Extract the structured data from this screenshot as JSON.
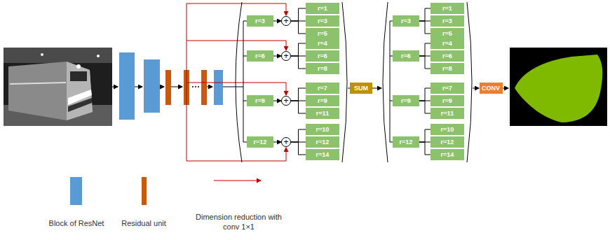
{
  "diagram": {
    "nodes": [
      {
        "text": [
          "r=3"
        ]
      },
      {
        "text": [
          "+"
        ]
      },
      {
        "text": [
          "r=1"
        ]
      },
      {
        "text": [
          "r=3"
        ]
      },
      {
        "text": [
          "r=5"
        ]
      },
      {
        "text": [
          "r=6"
        ]
      },
      {
        "text": [
          "+"
        ]
      },
      {
        "text": [
          "r=4"
        ]
      },
      {
        "text": [
          "r=6"
        ]
      },
      {
        "text": [
          "r=8"
        ]
      },
      {
        "text": [
          "r=9"
        ]
      },
      {
        "text": [
          "+"
        ]
      },
      {
        "text": [
          "r=7"
        ]
      },
      {
        "text": [
          "r=9"
        ]
      },
      {
        "text": [
          "r=11"
        ]
      },
      {
        "text": [
          "r=12"
        ]
      },
      {
        "text": [
          "+"
        ]
      },
      {
        "text": [
          "r=10"
        ]
      },
      {
        "text": [
          "r=12"
        ]
      },
      {
        "text": [
          "r=14"
        ]
      },
      {
        "text": [
          "SUM"
        ]
      },
      {
        "text": [
          "r=3"
        ]
      },
      {
        "text": [
          "r=1"
        ]
      },
      {
        "text": [
          "r=3"
        ]
      },
      {
        "text": [
          "r=5"
        ]
      },
      {
        "text": [
          "r=6"
        ]
      },
      {
        "text": [
          "r=4"
        ]
      },
      {
        "text": [
          "r=6"
        ]
      },
      {
        "text": [
          "r=8"
        ]
      },
      {
        "text": [
          "r=9"
        ]
      },
      {
        "text": [
          "r=7"
        ]
      },
      {
        "text": [
          "r=9"
        ]
      },
      {
        "text": [
          "r=11"
        ]
      },
      {
        "text": [
          "r=12"
        ]
      },
      {
        "text": [
          "r=10"
        ]
      },
      {
        "text": [
          "r=12"
        ]
      },
      {
        "text": [
          "r=14"
        ]
      },
      {
        "text": [
          "CONV"
        ]
      }
    ],
    "edges": [
      {
        "from": 0,
        "to": 1,
        "arrow": "to"
      },
      {
        "from": 1,
        "to": 2,
        "arrow": "none"
      },
      {
        "from": 1,
        "to": 3,
        "arrow": "none"
      },
      {
        "from": 1,
        "to": 4,
        "arrow": "none"
      },
      {
        "from": 5,
        "to": 6,
        "arrow": "to"
      },
      {
        "from": 6,
        "to": 7,
        "arrow": "none"
      },
      {
        "from": 6,
        "to": 8,
        "arrow": "none"
      },
      {
        "from": 6,
        "to": 9,
        "arrow": "none"
      },
      {
        "from": 10,
        "to": 11,
        "arrow": "to"
      },
      {
        "from": 11,
        "to": 12,
        "arrow": "none"
      },
      {
        "from": 11,
        "to": 13,
        "arrow": "none"
      },
      {
        "from": 11,
        "to": 14,
        "arrow": "none"
      },
      {
        "from": 15,
        "to": 16,
        "arrow": "to"
      },
      {
        "from": 16,
        "to": 17,
        "arrow": "none"
      },
      {
        "from": 16,
        "to": 18,
        "arrow": "none"
      },
      {
        "from": 16,
        "to": 19,
        "arrow": "none"
      },
      {
        "from": 21,
        "to": 22,
        "arrow": "none"
      },
      {
        "from": 21,
        "to": 23,
        "arrow": "none"
      },
      {
        "from": 21,
        "to": 24,
        "arrow": "none"
      },
      {
        "from": 25,
        "to": 26,
        "arrow": "none"
      },
      {
        "from": 25,
        "to": 27,
        "arrow": "none"
      },
      {
        "from": 25,
        "to": 28,
        "arrow": "none"
      },
      {
        "from": 29,
        "to": 30,
        "arrow": "none"
      },
      {
        "from": 29,
        "to": 31,
        "arrow": "none"
      },
      {
        "from": 29,
        "to": 32,
        "arrow": "none"
      },
      {
        "from": 33,
        "to": 34,
        "arrow": "none"
      },
      {
        "from": 33,
        "to": 35,
        "arrow": "none"
      },
      {
        "from": 33,
        "to": 36,
        "arrow": "none"
      }
    ],
    "legend": [
      {
        "text": "Block of ResNet",
        "color": "#5b9bd5"
      },
      {
        "text": "Residual unit",
        "color": "#c55a11"
      },
      {
        "text": "Dimension reduction with conv 1×1"
      }
    ]
  }
}
